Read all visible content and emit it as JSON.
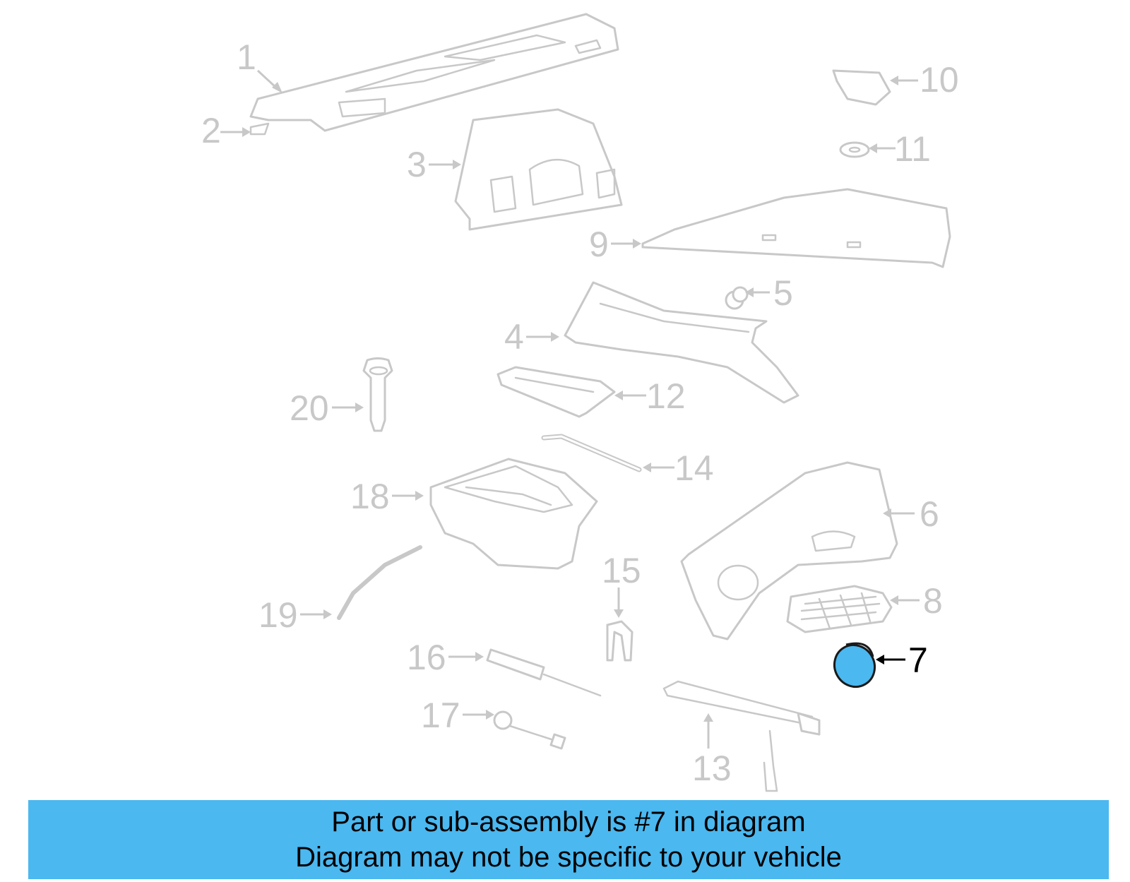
{
  "diagram": {
    "highlight_color": "#4bb8f0",
    "muted_color": "#c8c8c8",
    "highlighted_part": "7",
    "callouts": [
      "1",
      "2",
      "3",
      "4",
      "5",
      "6",
      "7",
      "8",
      "9",
      "10",
      "11",
      "12",
      "13",
      "14",
      "15",
      "16",
      "17",
      "18",
      "19",
      "20"
    ]
  },
  "banner": {
    "line1": "Part or sub-assembly is #7 in diagram",
    "line2": "Diagram may not be specific to your vehicle"
  }
}
